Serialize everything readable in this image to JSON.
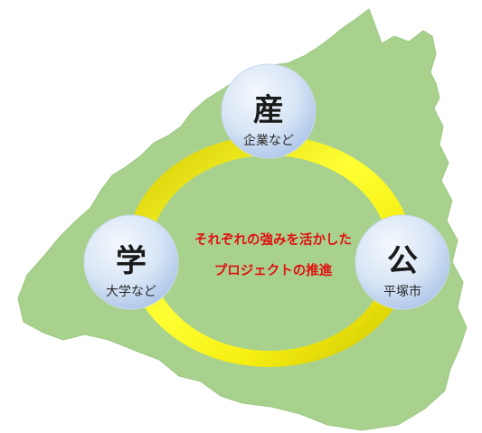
{
  "diagram": {
    "colors": {
      "map_fill": "#a9d18e",
      "map_stroke": "#8fbf70",
      "ring_light": "#ffff33",
      "ring_dark": "#d4c800",
      "node_light": "#f4f8fd",
      "node_dark": "#a9c3e8",
      "center_text": "#e01010"
    },
    "nodes": {
      "industry": {
        "title": "産",
        "subtitle": "企業など"
      },
      "academia": {
        "title": "学",
        "subtitle": "大学など"
      },
      "government": {
        "title": "公",
        "subtitle": "平塚市"
      }
    },
    "center": {
      "line1": "それぞれの強みを活かした",
      "line2": "プロジェクトの推進"
    }
  }
}
